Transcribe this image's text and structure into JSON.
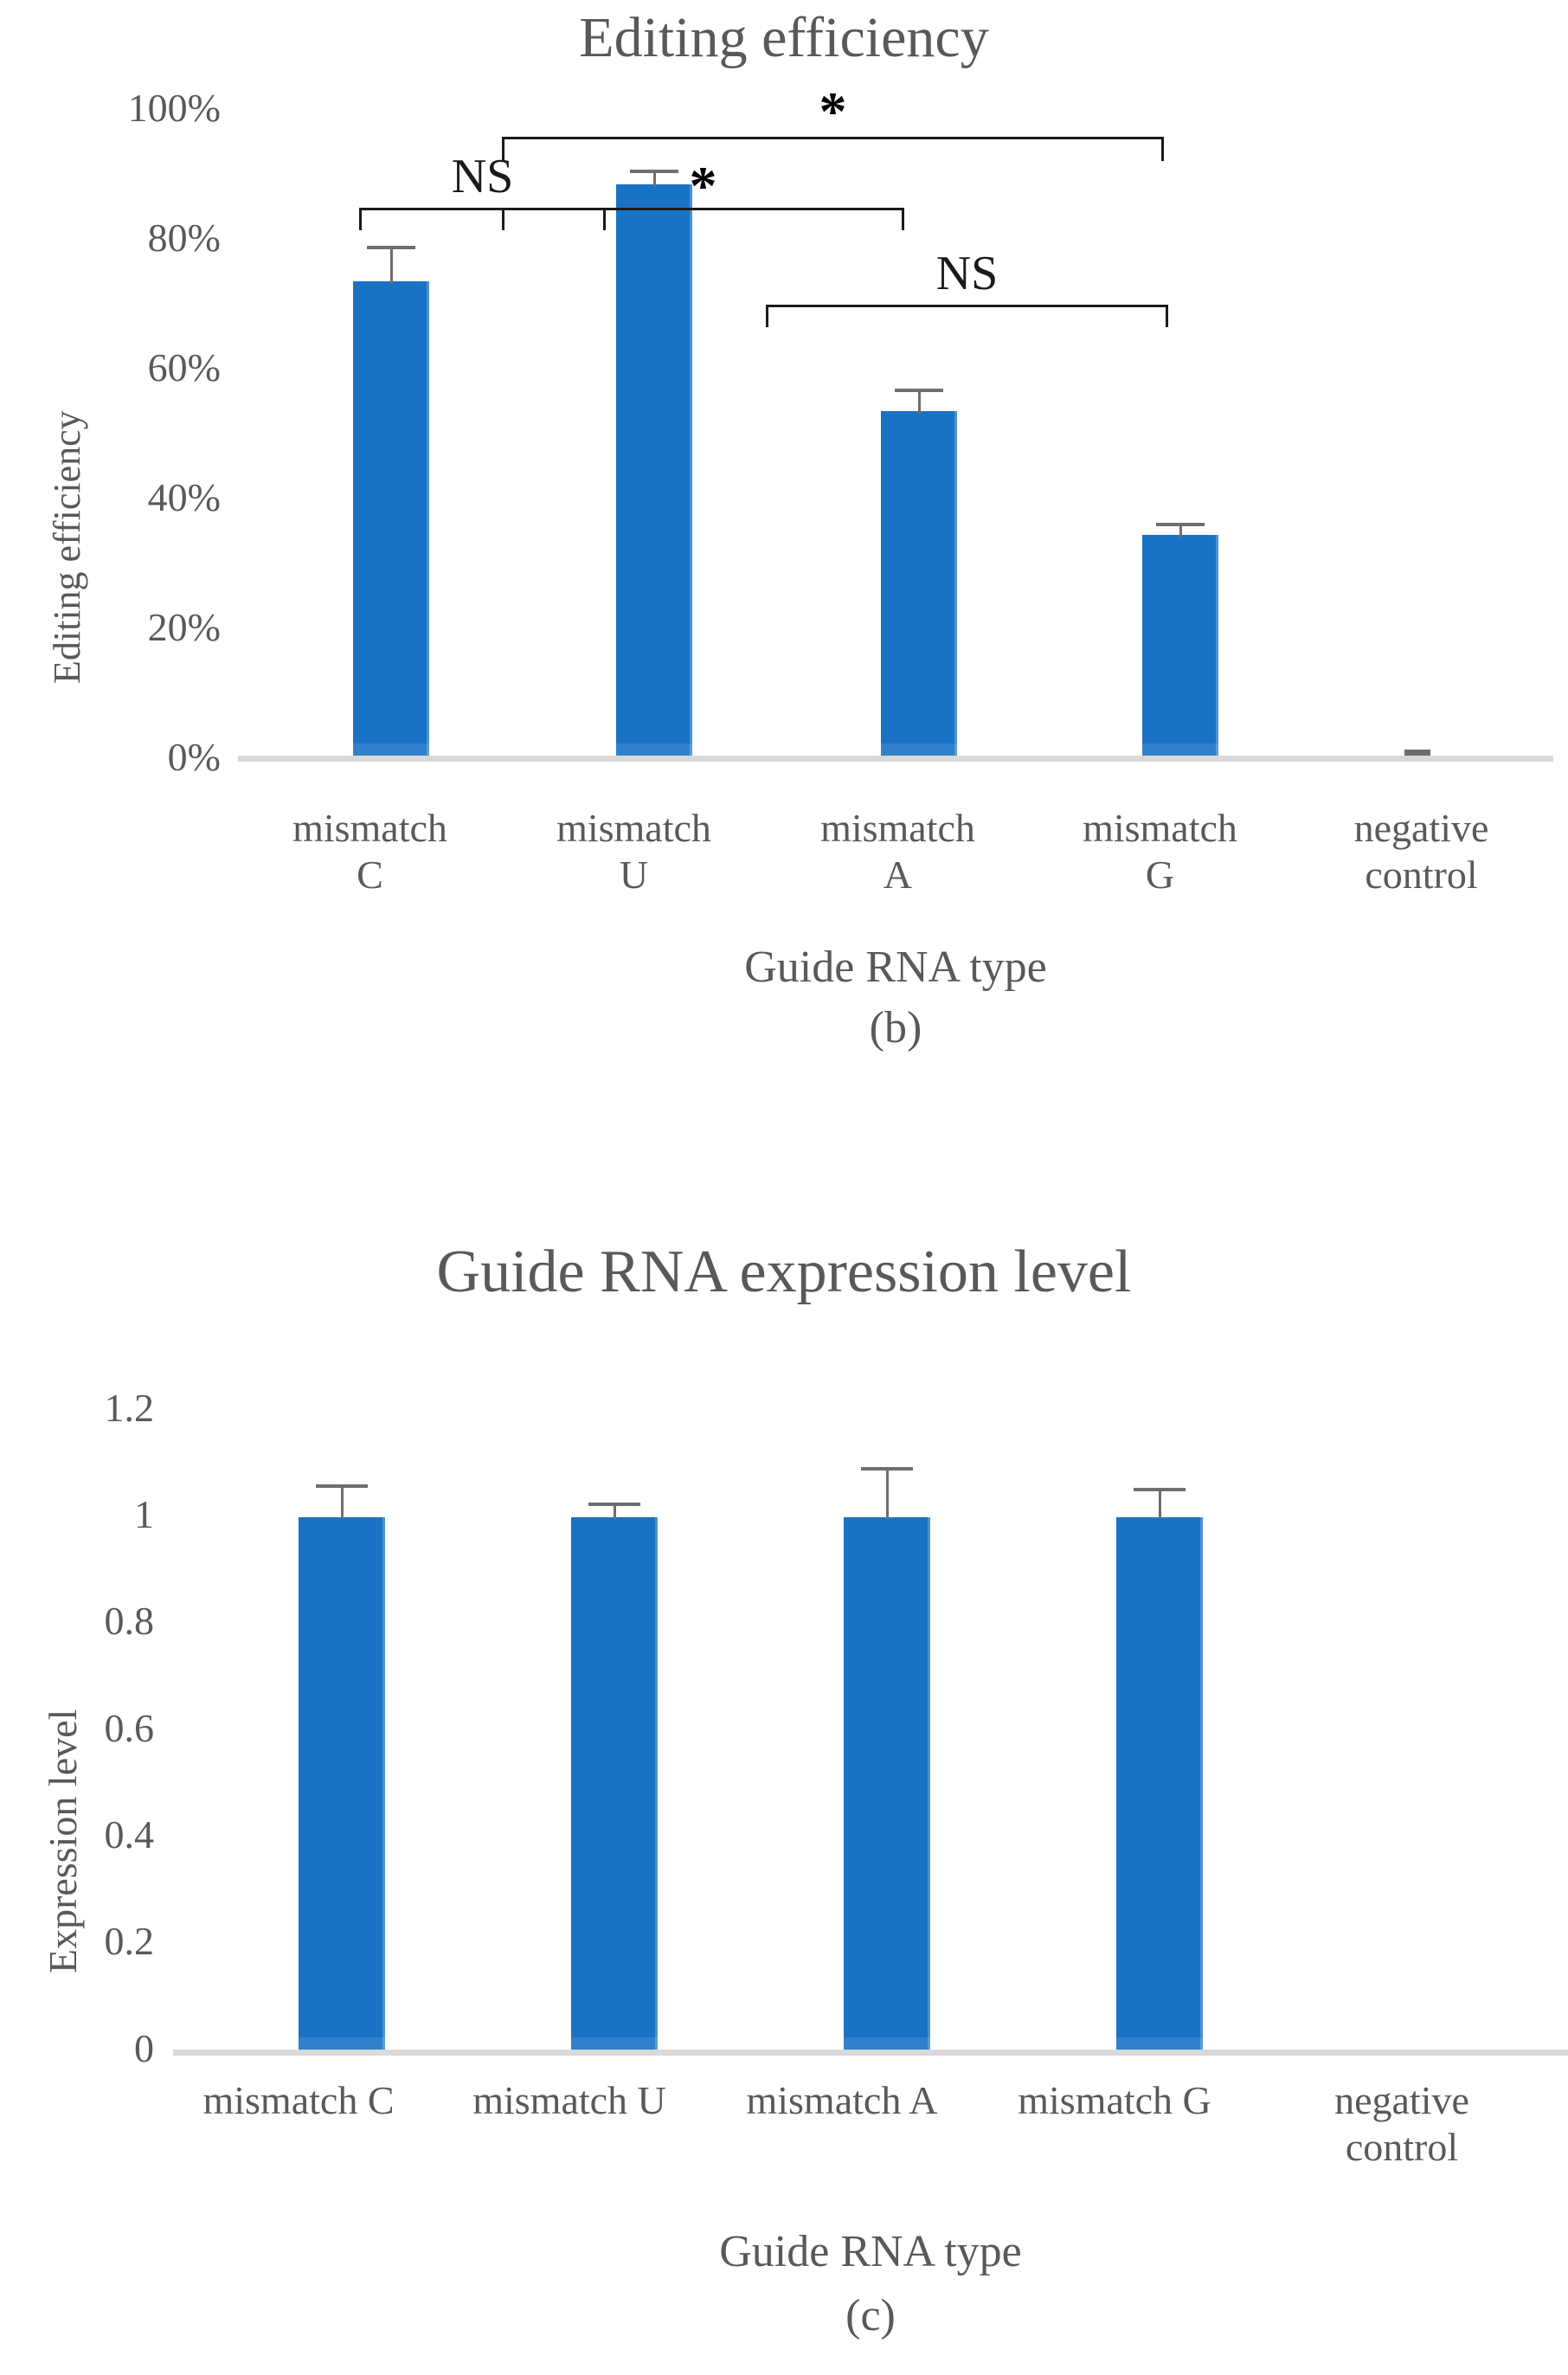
{
  "figure": {
    "panels": [
      "b",
      "c"
    ]
  },
  "chart_data": [
    {
      "type": "bar",
      "panel_label": "(b)",
      "title": "Editing efficiency",
      "xlabel": "Guide RNA type",
      "ylabel": "Editing efficiency",
      "categories": [
        "mismatch C",
        "mismatch U",
        "mismatch A",
        "mismatch G",
        "negative control"
      ],
      "category_lines": [
        [
          "mismatch",
          "C"
        ],
        [
          "mismatch",
          "U"
        ],
        [
          "mismatch",
          "A"
        ],
        [
          "mismatch",
          "G"
        ],
        [
          "negative",
          "control"
        ]
      ],
      "values": [
        0.73,
        0.88,
        0.53,
        0.34,
        0.0
      ],
      "errors": [
        0.055,
        0.012,
        0.032,
        0.009,
        0.0
      ],
      "ytick_labels": [
        "100%",
        "80%",
        "60%",
        "40%",
        "20%",
        "0%"
      ],
      "ytick_values": [
        1.0,
        0.8,
        0.6,
        0.4,
        0.2,
        0.0
      ],
      "ylim": [
        0,
        1.0
      ],
      "grid": false,
      "bar_color": "#1a72c6",
      "error_color": "#6e6e6e",
      "axis_color": "#d9d9d9",
      "annotations": [
        {
          "label": "NS",
          "from": "mismatch C",
          "to": "mismatch U"
        },
        {
          "label": "*",
          "from": "mismatch U",
          "to": "mismatch A"
        },
        {
          "label": "*",
          "from": "mismatch U",
          "to": "mismatch G"
        },
        {
          "label": "NS",
          "from": "mismatch A",
          "to": "mismatch G"
        }
      ]
    },
    {
      "type": "bar",
      "panel_label": "(c)",
      "title": "Guide RNA expression level",
      "xlabel": "Guide RNA type",
      "ylabel": "Expression level",
      "categories": [
        "mismatch C",
        "mismatch U",
        "mismatch A",
        "mismatch G",
        "negative control"
      ],
      "category_lines": [
        [
          "mismatch C"
        ],
        [
          "mismatch U"
        ],
        [
          "mismatch A"
        ],
        [
          "mismatch G"
        ],
        [
          "negative",
          "control"
        ]
      ],
      "values": [
        1.0,
        1.0,
        1.0,
        1.0,
        0.0
      ],
      "errors": [
        0.062,
        0.027,
        0.095,
        0.055,
        0.0
      ],
      "ytick_labels": [
        "1.2",
        "1",
        "0.8",
        "0.6",
        "0.4",
        "0.2",
        "0"
      ],
      "ytick_values": [
        1.2,
        1.0,
        0.8,
        0.6,
        0.4,
        0.2,
        0.0
      ],
      "ylim": [
        0,
        1.2
      ],
      "grid": false,
      "bar_color": "#1a72c6",
      "error_color": "#6e6e6e",
      "axis_color": "#d9d9d9",
      "annotations": []
    }
  ]
}
